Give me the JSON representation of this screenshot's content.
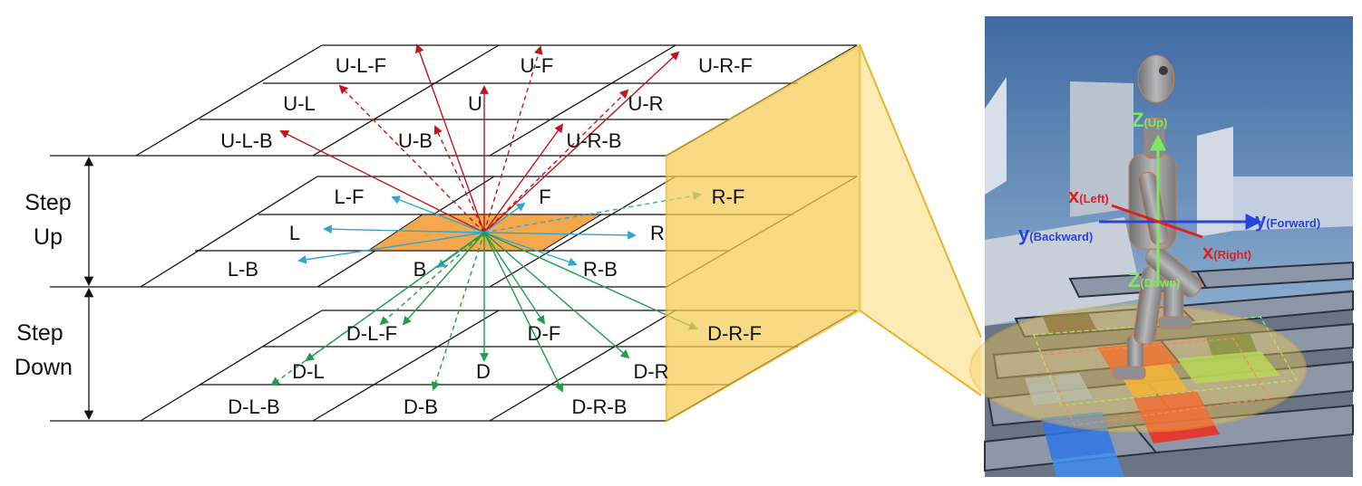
{
  "side_labels": {
    "step_up": [
      "Step",
      "Up"
    ],
    "step_down": [
      "Step",
      "Down"
    ]
  },
  "grid_labels": {
    "up": [
      "U-L-F",
      "U-F",
      "U-R-F",
      "U-L",
      "U",
      "U-R",
      "U-L-B",
      "U-B",
      "U-R-B"
    ],
    "mid": [
      "L-F",
      "F",
      "R-F",
      "L",
      "R",
      "L-B",
      "B",
      "R-B"
    ],
    "down": [
      "D-L-F",
      "D-F",
      "D-R-F",
      "D-L",
      "D",
      "D-R",
      "D-L-B",
      "D-B",
      "D-R-B"
    ]
  },
  "axes": {
    "z_up": [
      "Z",
      "(Up)"
    ],
    "x_left": [
      "x",
      "(Left)"
    ],
    "y_forward": [
      "y",
      "(Forward)"
    ],
    "y_backward": [
      "y",
      "(Backward)"
    ],
    "x_right": [
      "x",
      "(Right)"
    ],
    "z_down": [
      "Z",
      "(Down)"
    ]
  },
  "colors": {
    "up_arrows": "#c0161b",
    "mid_arrows": "#2fa6cf",
    "down_arrows": "#1f9e45",
    "highlight_cell": "#f5a84b",
    "frustum_panel": "#f6cd55",
    "frustum_beam": "#fbe7a6",
    "z_axis": "#7ee860",
    "x_axis": "#e0201f",
    "y_axis": "#2845d8"
  }
}
